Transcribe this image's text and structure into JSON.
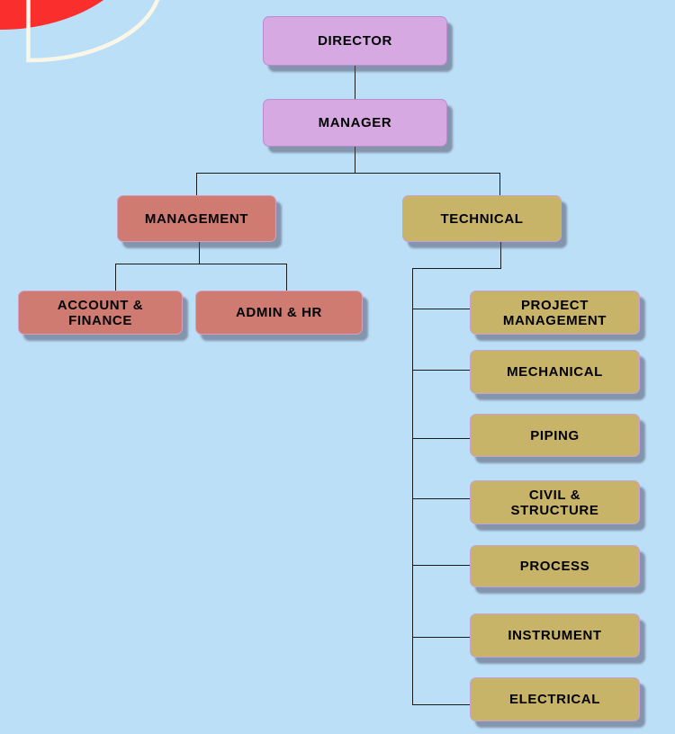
{
  "colors": {
    "background": "#BBDFF7",
    "level_top_fill": "#D7A9E3",
    "level_top_border": "#BB8DD0",
    "management_fill": "#D07B72",
    "management_border": "#D59EBE",
    "technical_fill": "#C8B468",
    "technical_border": "#C7A0D8",
    "connector_line": "#1B1B1B",
    "box_shadow": "rgba(75,75,100,0.5)",
    "decoration_red": "#FB2E2E",
    "decoration_arc": "#FAF7E8",
    "text": "#000000"
  },
  "org_chart": {
    "director": {
      "label": "DIRECTOR"
    },
    "manager": {
      "label": "MANAGER"
    },
    "management_branch": {
      "label": "MANAGEMENT",
      "children": [
        {
          "label": "ACCOUNT &\nFINANCE"
        },
        {
          "label": "ADMIN & HR"
        }
      ]
    },
    "technical_branch": {
      "label": "TECHNICAL",
      "children": [
        {
          "label": "PROJECT\nMANAGEMENT"
        },
        {
          "label": "MECHANICAL"
        },
        {
          "label": "PIPING"
        },
        {
          "label": "CIVIL &\nSTRUCTURE"
        },
        {
          "label": "PROCESS"
        },
        {
          "label": "INSTRUMENT"
        },
        {
          "label": "ELECTRICAL"
        }
      ]
    }
  }
}
